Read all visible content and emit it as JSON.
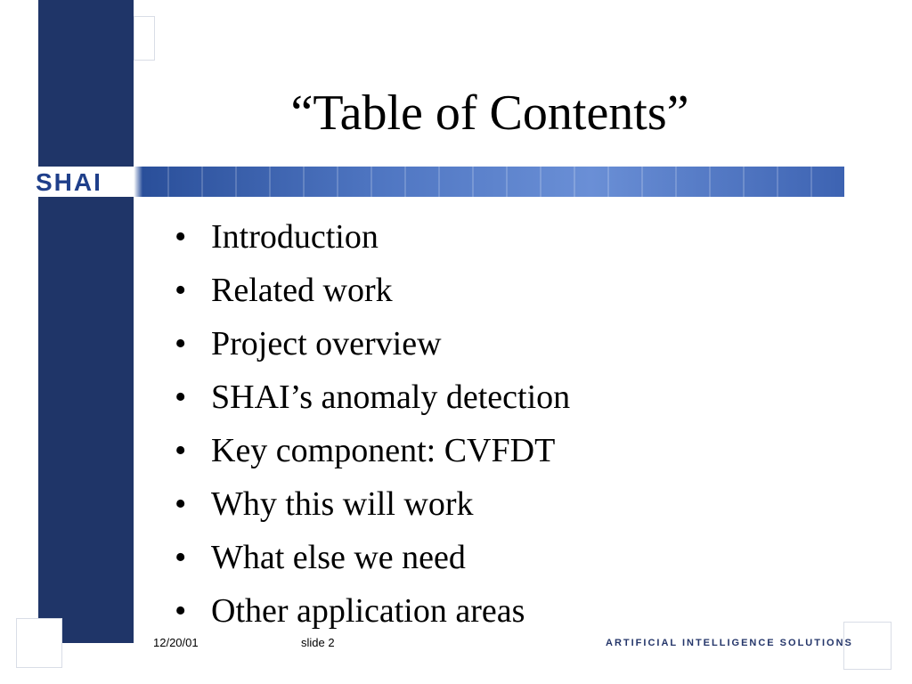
{
  "slide": {
    "title": "“Table of Contents”",
    "logo": "SHAI",
    "bullets": [
      "Introduction",
      "Related work",
      "Project overview",
      "SHAI’s anomaly detection",
      "Key component: CVFDT",
      "Why this will work",
      "What else we need",
      "Other application areas"
    ],
    "bullet_symbol": "•",
    "footer": {
      "date": "12/20/01",
      "slide_number": "slide 2",
      "brand": "ARTIFICIAL INTELLIGENCE SOLUTIONS"
    }
  },
  "colors": {
    "sidebar": "#1f3568",
    "banner": "#4f76c2",
    "logo": "#1f3f8a"
  }
}
